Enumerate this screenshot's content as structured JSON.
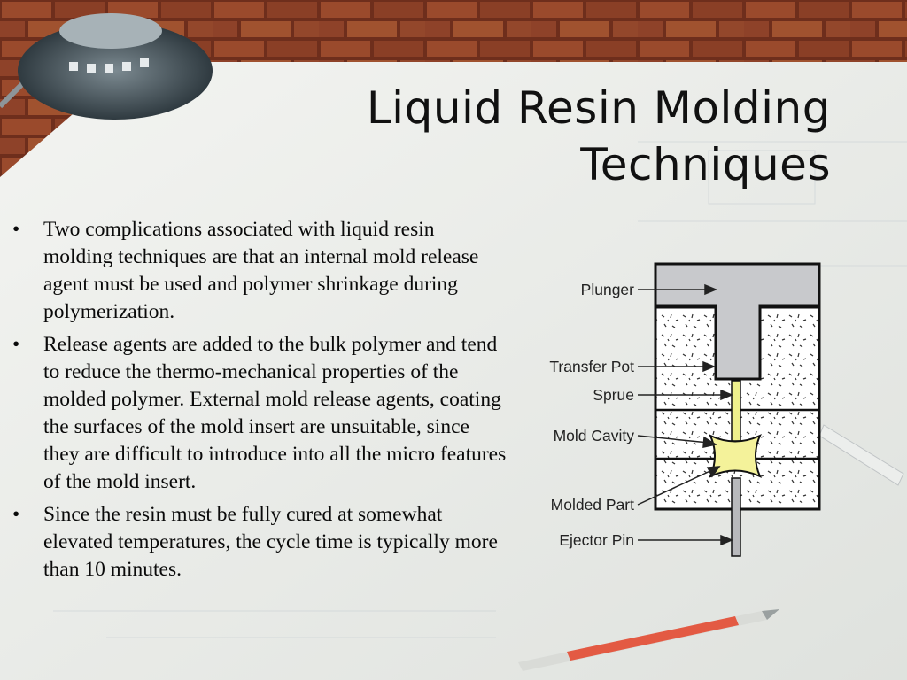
{
  "title": {
    "line1": "Liquid Resin Molding",
    "line2": "Techniques"
  },
  "bullets": [
    "Two complications associated with liquid resin molding techniques are that an internal mold release agent must be used and polymer shrinkage during polymerization.",
    "Release agents are added to the bulk polymer and tend to reduce the thermo-mechanical properties of the molded polymer. External mold release agents, coating the surfaces of the mold insert are unsuitable, since they are difficult to introduce into all the micro features of the mold insert.",
    "Since the resin must be fully cured at somewhat elevated temperatures, the cycle time is typically more than 10 minutes."
  ],
  "bullet_symbol": "•",
  "diagram": {
    "labels": {
      "plunger": "Plunger",
      "transfer_pot": "Transfer Pot",
      "sprue": "Sprue",
      "mold_cavity": "Mold Cavity",
      "molded_part": "Molded Part",
      "ejector_pin": "Ejector Pin"
    }
  },
  "colors": {
    "plunger_fill": "#c8c9cc",
    "part_fill": "#f4f29a",
    "sprue_fill": "#eef08c",
    "ejector_fill": "#b8b9bc"
  }
}
